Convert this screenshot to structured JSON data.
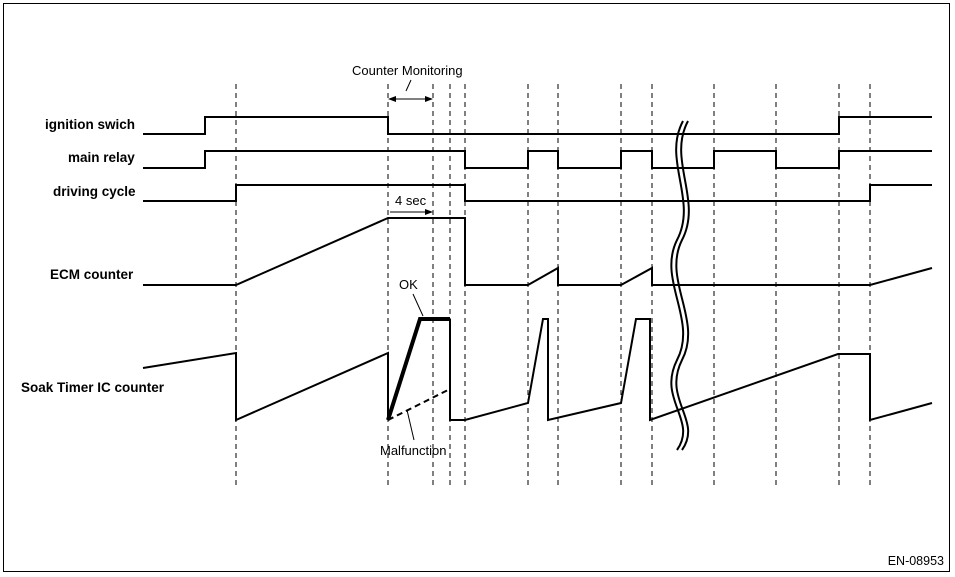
{
  "signals": [
    {
      "id": "ignition",
      "label": "ignition swich"
    },
    {
      "id": "relay",
      "label": "main relay"
    },
    {
      "id": "driving",
      "label": "driving cycle"
    },
    {
      "id": "ecm",
      "label": "ECM counter"
    },
    {
      "id": "soak",
      "label": "Soak Timer IC counter"
    }
  ],
  "annotations": {
    "counter_monitoring": "Counter Monitoring",
    "four_sec": "4 sec",
    "ok": "OK",
    "malfunction": "Malfunction"
  },
  "figure_code": "EN-08953"
}
